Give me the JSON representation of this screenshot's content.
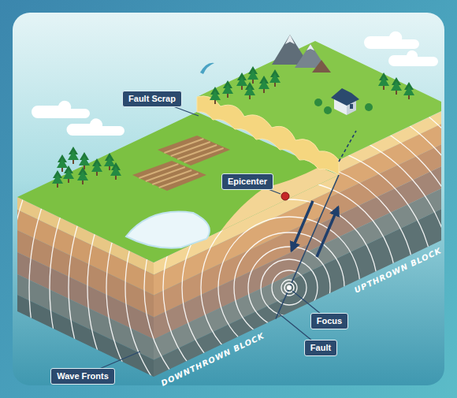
{
  "diagram": {
    "nodes": [
      {
        "text": [
          "Fault Scrap"
        ]
      },
      {
        "text": [
          "Epicenter"
        ]
      },
      {
        "text": [
          "Focus"
        ]
      },
      {
        "text": [
          "Fault"
        ]
      },
      {
        "text": [
          "Wave Fronts"
        ]
      }
    ],
    "labels": [
      "UPTHROWN BLOCK",
      "DOWNTHROWN BLOCK"
    ]
  }
}
